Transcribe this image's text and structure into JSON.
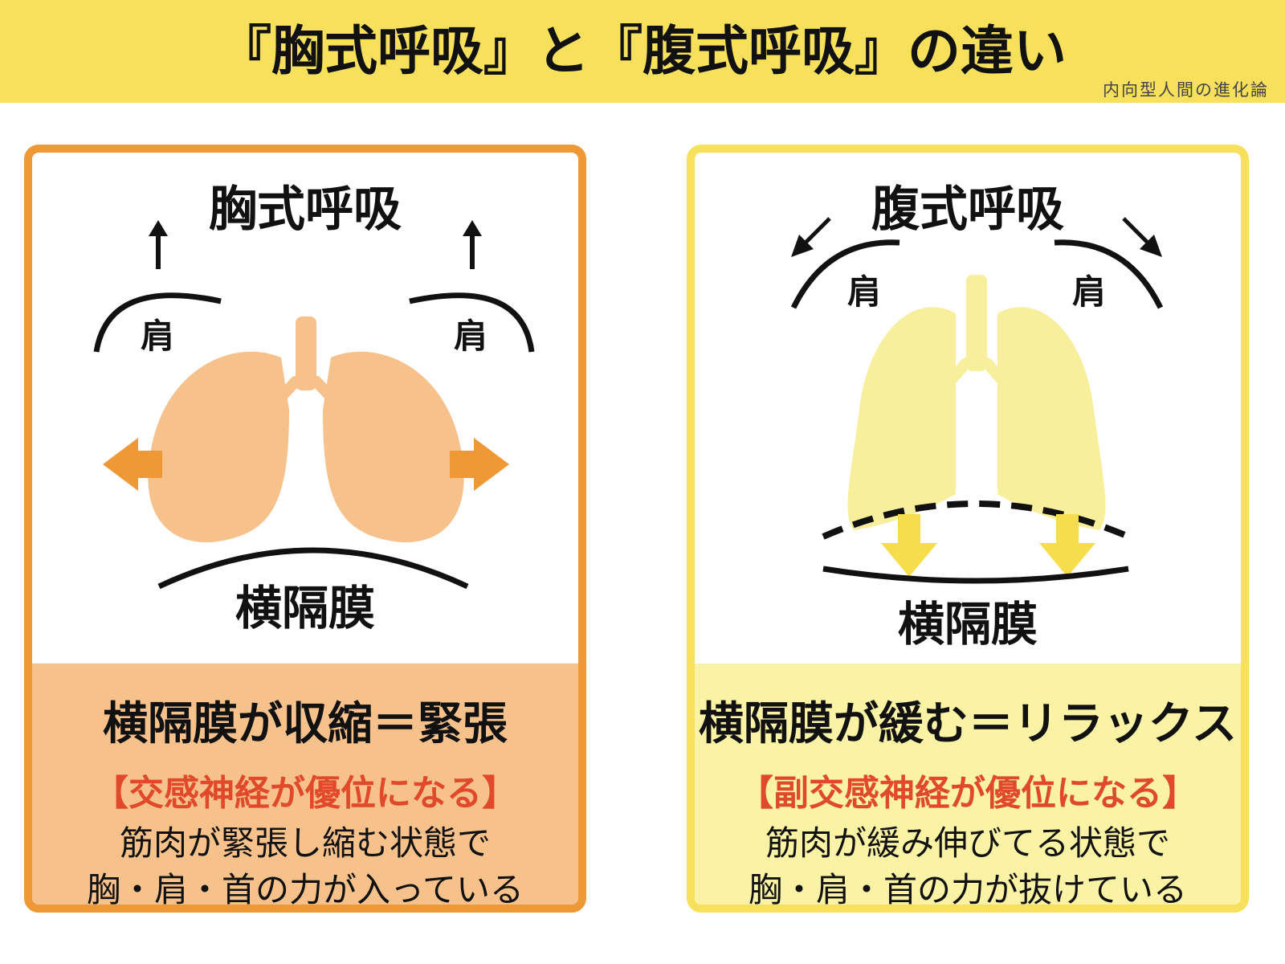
{
  "header": {
    "title": "『胸式呼吸』と『腹式呼吸』の違い",
    "watermark": "内向型人間の進化論",
    "bg_color": "#f7e15c"
  },
  "chest": {
    "title": "胸式呼吸",
    "shoulder_left": "肩",
    "shoulder_right": "肩",
    "diaphragm": "横隔膜",
    "state": "横隔膜が収縮＝緊張",
    "nerve": "【交感神経が優位になる】",
    "desc_line1": "筋肉が緊張し縮む状態で",
    "desc_line2": "胸・肩・首の力が入っている",
    "border_color": "#ef9936",
    "lung_color": "#f6c18b",
    "arrow_color": "#ef9936"
  },
  "abdominal": {
    "title": "腹式呼吸",
    "shoulder_left": "肩",
    "shoulder_right": "肩",
    "diaphragm": "横隔膜",
    "state": "横隔膜が緩む＝リラックス",
    "nerve": "【副交感神経が優位になる】",
    "desc_line1": "筋肉が緩み伸びてる状態で",
    "desc_line2": "胸・肩・首の力が抜けている",
    "border_color": "#f7e15c",
    "lung_color": "#f8ef9d",
    "arrow_color": "#f5dd4c"
  },
  "icons": [
    "arrow-up-icon",
    "arrow-left-icon",
    "arrow-right-icon",
    "arrow-down-icon",
    "lungs-icon"
  ]
}
